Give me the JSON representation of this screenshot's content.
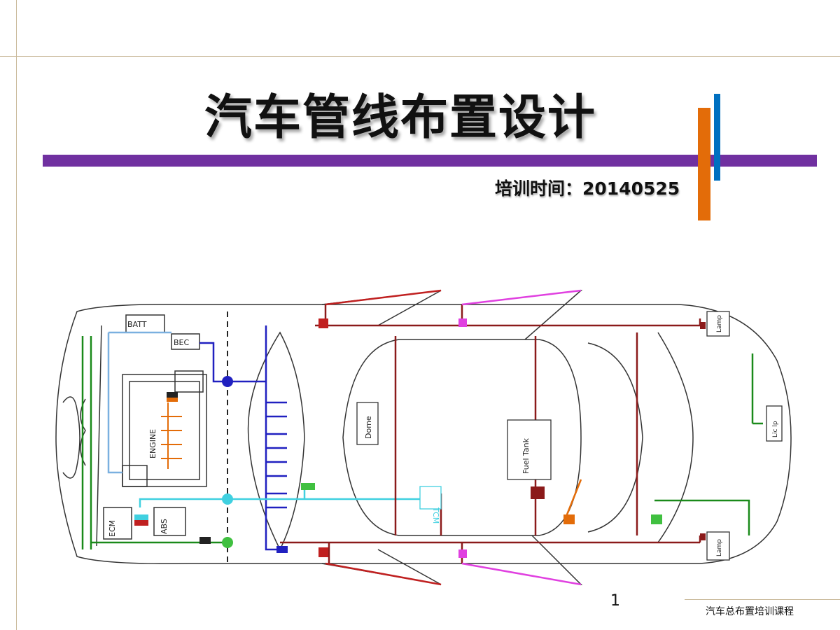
{
  "title": "汽车管线布置设计",
  "date_line": "培训时间：20140525",
  "page_number": "1",
  "footer": "汽车总布置培训课程",
  "diagram": {
    "labels": {
      "batt": "BATT",
      "bec": "BEC",
      "engine": "ENGINE",
      "ecm": "ECM",
      "abs": "ABS",
      "tcm": "TCM",
      "dome": "Dome",
      "fuel_tank": "Fuel Tank",
      "lamp_top": "Lamp",
      "lamp_bottom": "Lamp",
      "license": "Lic lp"
    }
  },
  "colors": {
    "purple_bar": "#7030a0",
    "orange_bar": "#e36c09",
    "blue_bar": "#0070c0",
    "body_harness": "#8b1a1a",
    "front_harness": "#2020c0",
    "ground_harness": "#1a8a1a",
    "can_bus": "#40d0e0",
    "door_magenta": "#e040e0"
  }
}
